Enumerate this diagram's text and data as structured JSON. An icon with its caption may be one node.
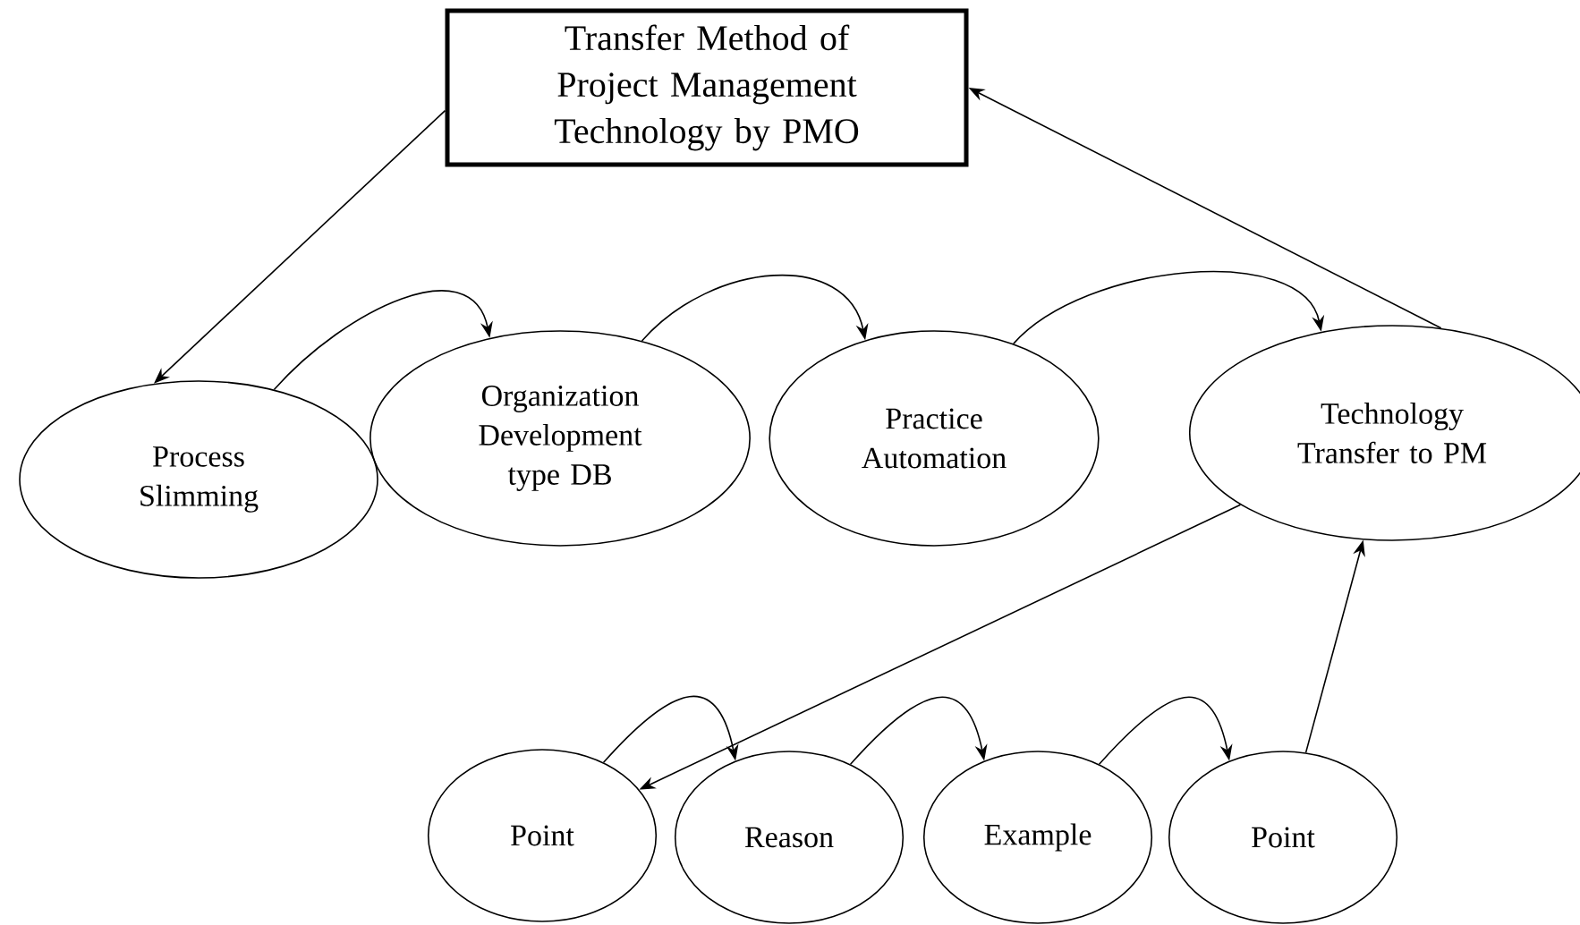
{
  "diagram": {
    "nodes": [
      {
        "text": [
          "Transfer Method of Project Management Technology by PMO"
        ]
      },
      {
        "text": [
          "Process Slimming"
        ]
      },
      {
        "text": [
          "Organization Development type DB"
        ]
      },
      {
        "text": [
          "Practice Automation"
        ]
      },
      {
        "text": [
          "Technology Transfer to PM"
        ]
      },
      {
        "text": [
          "Point"
        ]
      },
      {
        "text": [
          "Reason"
        ]
      },
      {
        "text": [
          "Example"
        ]
      },
      {
        "text": [
          "Point"
        ]
      }
    ],
    "edges": [
      {
        "from": 0,
        "to": 1,
        "arrow": "to"
      },
      {
        "from": 1,
        "to": 2,
        "arrow": "to"
      },
      {
        "from": 2,
        "to": 3,
        "arrow": "to"
      },
      {
        "from": 3,
        "to": 4,
        "arrow": "to"
      },
      {
        "from": 4,
        "to": 0,
        "arrow": "to"
      },
      {
        "from": 4,
        "to": 5,
        "arrow": "to"
      },
      {
        "from": 5,
        "to": 6,
        "arrow": "to"
      },
      {
        "from": 6,
        "to": 7,
        "arrow": "to"
      },
      {
        "from": 7,
        "to": 8,
        "arrow": "to"
      },
      {
        "from": 8,
        "to": 4,
        "arrow": "to"
      }
    ]
  }
}
